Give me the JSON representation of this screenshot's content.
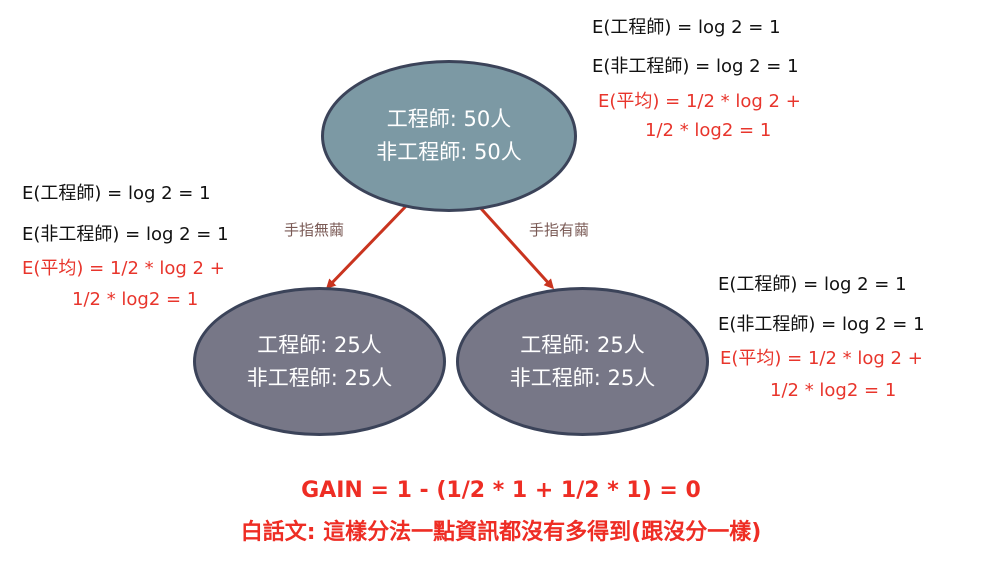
{
  "root": {
    "line1": "工程師: 50人",
    "line2": "非工程師: 50人",
    "entropy": {
      "e1": "E(工程師) = log 2 = 1",
      "e2": "E(非工程師) = log 2 = 1",
      "avg1": "E(平均) = 1/2 * log 2  +",
      "avg2": "1/2 * log2 = 1"
    }
  },
  "left_child": {
    "edge_label": "手指無繭",
    "line1": "工程師: 25人",
    "line2": "非工程師: 25人",
    "entropy": {
      "e1": "E(工程師) = log 2 = 1",
      "e2": "E(非工程師) = log 2 = 1",
      "avg1": "E(平均) = 1/2 * log 2  +",
      "avg2": "1/2 * log2 = 1"
    }
  },
  "right_child": {
    "edge_label": "手指有繭",
    "line1": "工程師: 25人",
    "line2": "非工程師: 25人",
    "entropy": {
      "e1": "E(工程師) = log 2 = 1",
      "e2": "E(非工程師) = log 2 = 1",
      "avg1": "E(平均) = 1/2 * log 2  +",
      "avg2": "1/2 * log2 = 1"
    }
  },
  "gain": "GAIN = 1 - (1/2  * 1  + 1/2 * 1)  = 0",
  "summary": "白話文: 這樣分法一點資訊都沒有多得到(跟沒分一樣)",
  "colors": {
    "root_fill": "#7c99a4",
    "child_fill": "#777787",
    "arrow": "#c9341f",
    "accent_red": "#e8352c"
  }
}
